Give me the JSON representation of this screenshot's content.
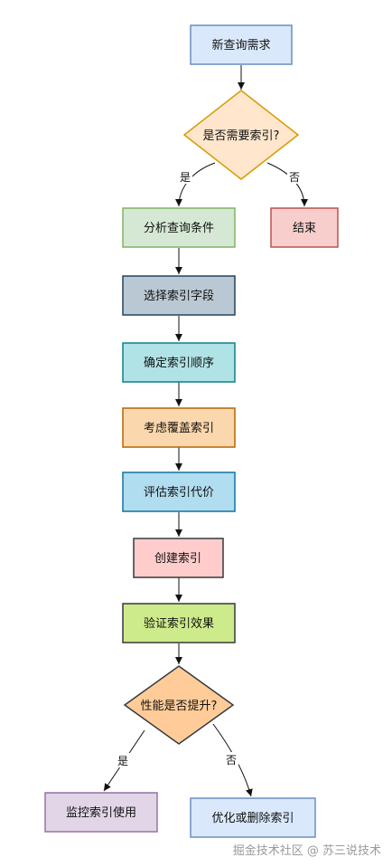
{
  "nodes": {
    "new_query": {
      "label": "新查询需求",
      "fill": "#dae8fc",
      "stroke": "#6c8ebf"
    },
    "need_index": {
      "label": "是否需要索引?",
      "fill": "#ffe6cc",
      "stroke": "#d79b00"
    },
    "analyze": {
      "label": "分析查询条件",
      "fill": "#d5e8d4",
      "stroke": "#82b366"
    },
    "end": {
      "label": "结束",
      "fill": "#f8cecc",
      "stroke": "#b85450"
    },
    "select_fields": {
      "label": "选择索引字段",
      "fill": "#bac8d3",
      "stroke": "#23445d"
    },
    "order": {
      "label": "确定索引顺序",
      "fill": "#b0e3e6",
      "stroke": "#0e8088"
    },
    "covering": {
      "label": "考虑覆盖索引",
      "fill": "#fad7ac",
      "stroke": "#b46504"
    },
    "cost": {
      "label": "评估索引代价",
      "fill": "#b1ddf0",
      "stroke": "#10739e"
    },
    "create": {
      "label": "创建索引",
      "fill": "#ffcccc",
      "stroke": "#36393d"
    },
    "verify": {
      "label": "验证索引效果",
      "fill": "#cdeb8b",
      "stroke": "#36393d"
    },
    "perf": {
      "label": "性能是否提升?",
      "fill": "#ffcc99",
      "stroke": "#36393d"
    },
    "monitor": {
      "label": "监控索引使用",
      "fill": "#e1d5e7",
      "stroke": "#9673a6"
    },
    "optimize": {
      "label": "优化或删除索引",
      "fill": "#dae8fc",
      "stroke": "#6c8ebf"
    }
  },
  "edge_labels": {
    "need_yes": "是",
    "need_no": "否",
    "perf_yes": "是",
    "perf_no": "否"
  },
  "watermark": "掘金技术社区 @ 苏三说技术"
}
